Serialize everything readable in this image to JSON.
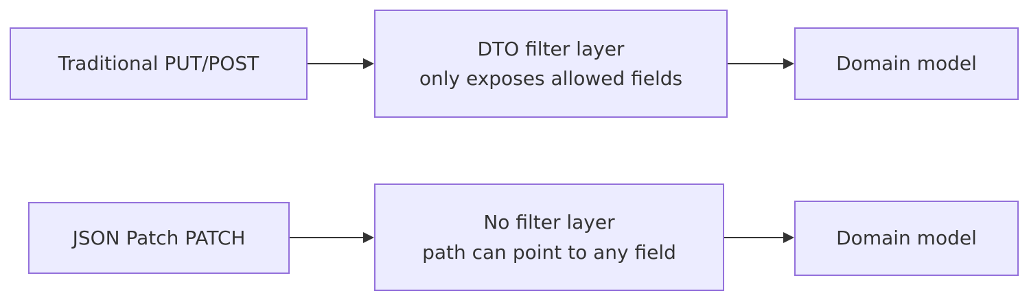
{
  "diagram": {
    "type": "flowchart",
    "colors": {
      "node_fill": "#ECECFF",
      "node_border": "#9370DB",
      "text_color": "#333333",
      "arrow_color": "#333333",
      "background": "#ffffff"
    },
    "rows": [
      {
        "source": {
          "label": "Traditional PUT/POST"
        },
        "middle": {
          "line1": "DTO filter layer",
          "line2": "only exposes allowed fields"
        },
        "target": {
          "label": "Domain model"
        }
      },
      {
        "source": {
          "label": "JSON Patch PATCH"
        },
        "middle": {
          "line1": "No filter layer",
          "line2": "path can point to any field"
        },
        "target": {
          "label": "Domain model"
        }
      }
    ]
  }
}
